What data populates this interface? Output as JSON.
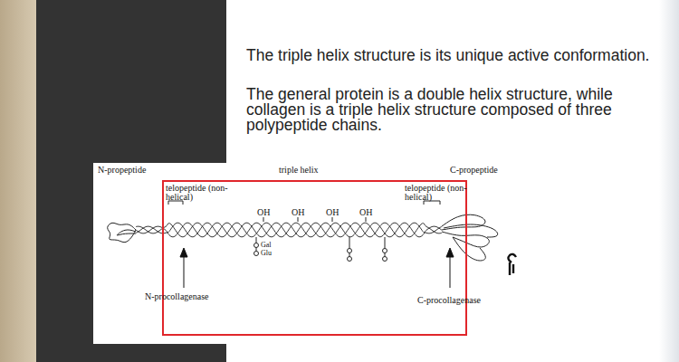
{
  "diagram": {
    "labels": [
      "The triple helix structure is its unique active conformation.",
      "The general protein is a double helix structure, while collagen is a triple helix structure composed of three polypeptide chains.",
      "N-propeptide",
      "triple helix",
      "C-propeptide",
      "telopeptide (non-helical)",
      "telopeptide (non-helical)",
      "OH",
      "OH",
      "OH",
      "OH",
      "Gal",
      "Glu",
      "N-procollagenase",
      "C-procollagenase"
    ]
  }
}
